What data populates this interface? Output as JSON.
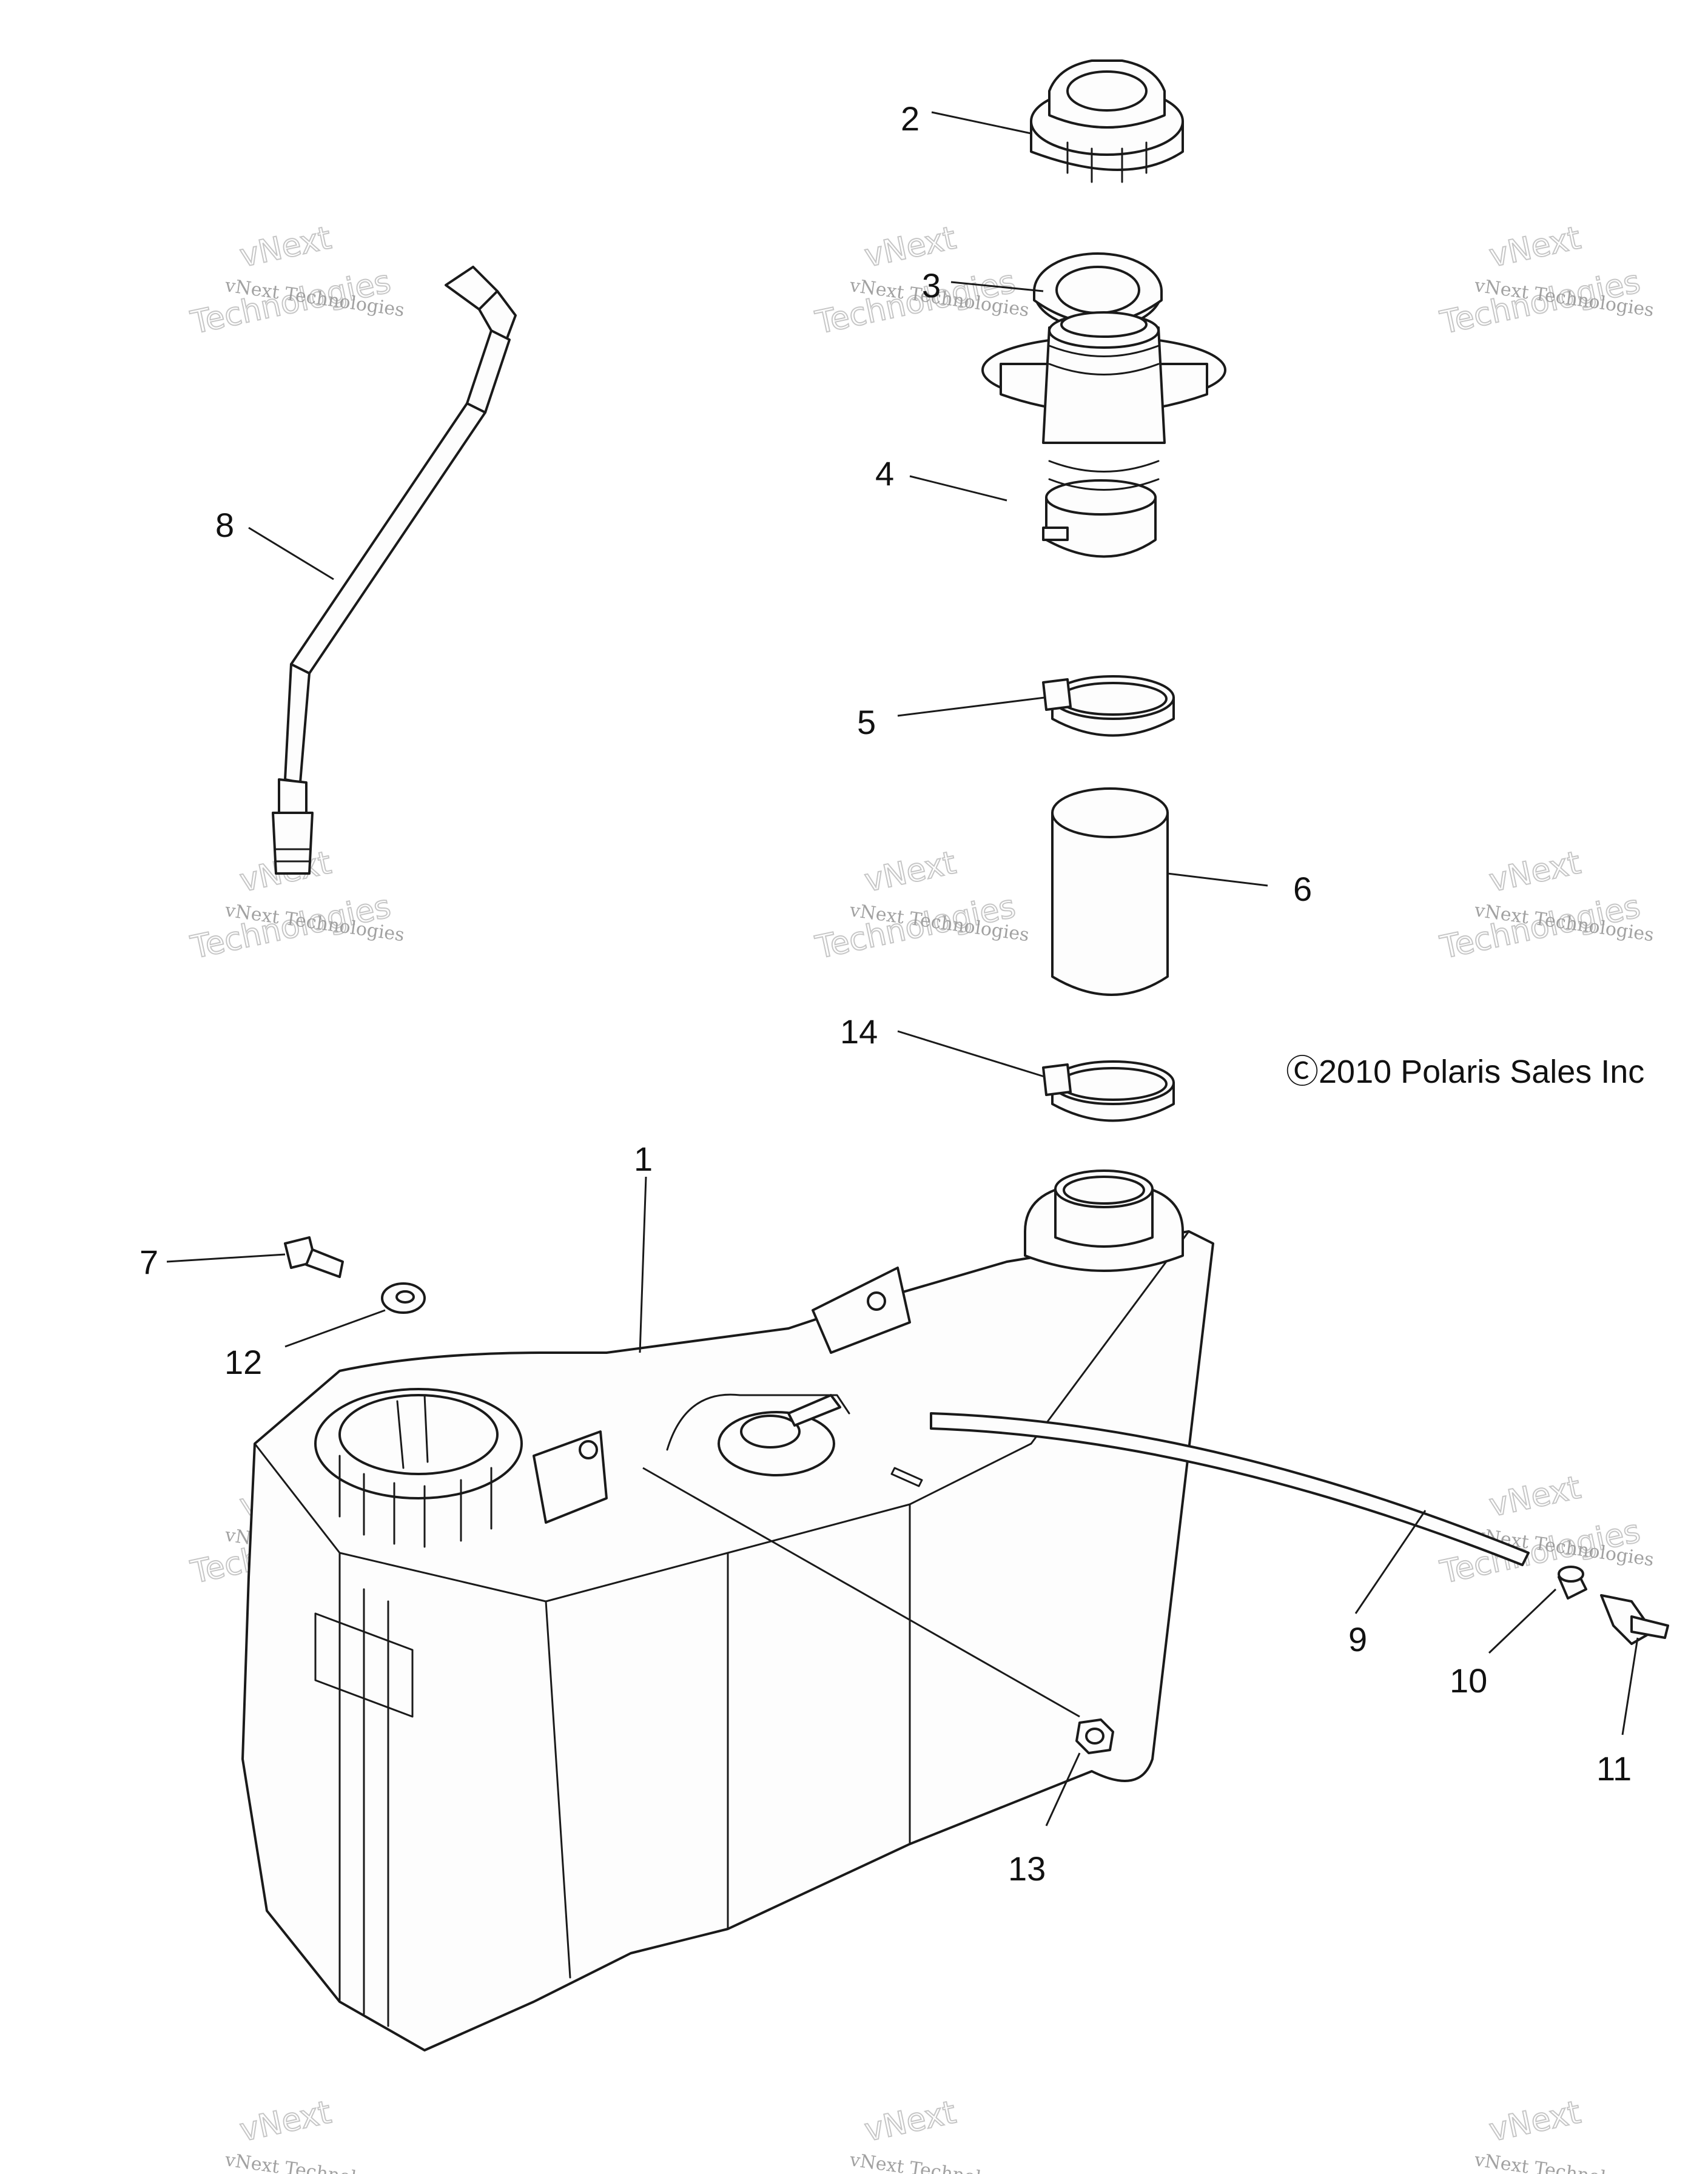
{
  "copyright": "Ⓒ2010 Polaris Sales Inc",
  "watermark": {
    "line1": "vNext",
    "line2": "vNext Technologies",
    "line3": "Technologies"
  },
  "callouts": [
    {
      "id": "1",
      "label": "1"
    },
    {
      "id": "2",
      "label": "2"
    },
    {
      "id": "3",
      "label": "3"
    },
    {
      "id": "4",
      "label": "4"
    },
    {
      "id": "5",
      "label": "5"
    },
    {
      "id": "6",
      "label": "6"
    },
    {
      "id": "7",
      "label": "7"
    },
    {
      "id": "8",
      "label": "8"
    },
    {
      "id": "9",
      "label": "9"
    },
    {
      "id": "10",
      "label": "10"
    },
    {
      "id": "11",
      "label": "11"
    },
    {
      "id": "12",
      "label": "12"
    },
    {
      "id": "13",
      "label": "13"
    },
    {
      "id": "14",
      "label": "14"
    }
  ]
}
